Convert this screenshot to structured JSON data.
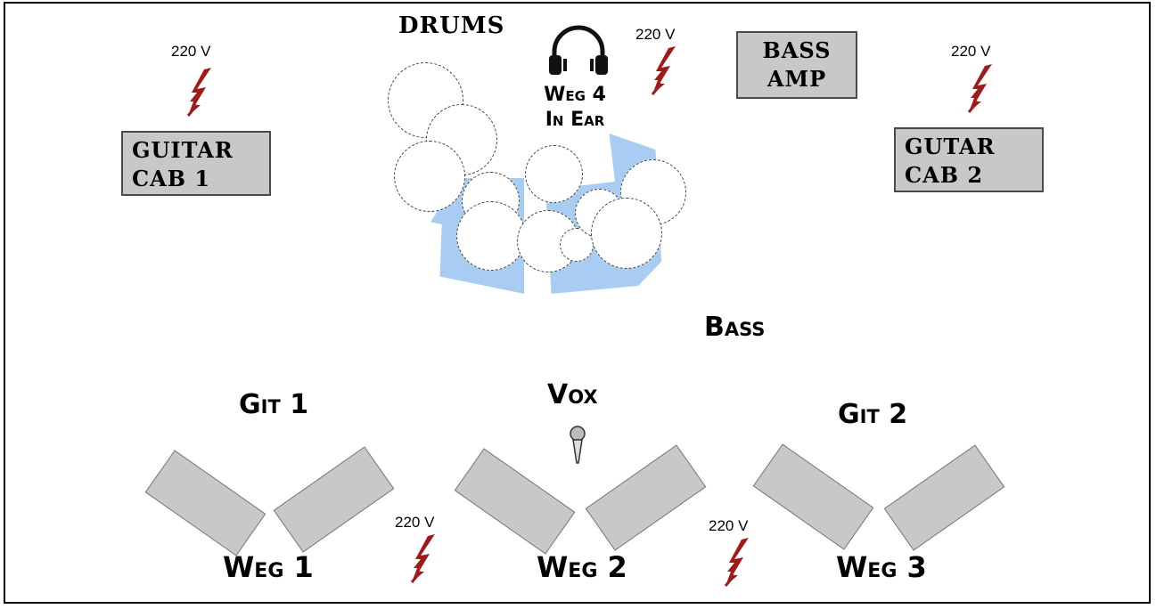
{
  "stage": {
    "drums_label": "DRUMS",
    "inear_label": "Weg 4\nIn Ear",
    "bass_amp_label": "BASS\nAMP",
    "guitar_cab_1_label": "GUITAR\nCAB 1",
    "guitar_cab_2_label": "GUTAR\nCAB 2",
    "bass_label": "Bass",
    "git1_label": "Git 1",
    "git2_label": "Git 2",
    "vox_label": "Vox",
    "weg1_label": "Weg 1",
    "weg2_label": "Weg 2",
    "weg3_label": "Weg 3"
  },
  "power": {
    "voltage_label": "220 V",
    "outlets": [
      {
        "id": "cab1",
        "label": "220 V"
      },
      {
        "id": "drums",
        "label": "220 V"
      },
      {
        "id": "cab2",
        "label": "220 V"
      },
      {
        "id": "front-left",
        "label": "220 V"
      },
      {
        "id": "front-right",
        "label": "220 V"
      }
    ]
  },
  "icons": {
    "headphones": "headphones-icon",
    "microphone": "microphone-icon",
    "power": "power-bolt-icon"
  },
  "colors": {
    "bolt": "#a11a1a",
    "drum_rug": "#a9cdf2",
    "equipment_gray": "#c8c8c8"
  }
}
